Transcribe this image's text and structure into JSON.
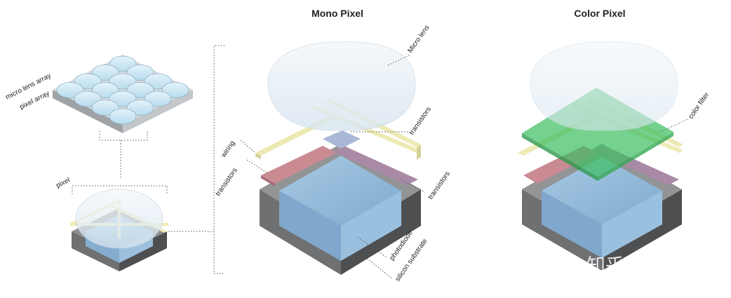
{
  "headings": {
    "mono": "Mono Pixel",
    "color": "Color Pixel"
  },
  "labels": {
    "micro_lens_array": "micro lens array",
    "pixel_array": "pixel array",
    "pixel": "pixel",
    "micro_lens": "Micro lens",
    "transistors_top": "transistors",
    "wiring": "wiring",
    "transistors_left": "transistors",
    "transistors_right": "transistors",
    "photodiode": "photodiode",
    "silicon_substrate": "silicon substrate",
    "color_filter": "color filter"
  },
  "watermark": "知乎 @Quan",
  "colors": {
    "substrate_front": "#6f7072",
    "substrate_side": "#4e4f51",
    "photodiode": "#8fb6d6",
    "transistor_red": "#c98a92",
    "transistor_purple": "#a98aa6",
    "wiring": "#eeeab4",
    "lens": "#e8f0f6",
    "color_filter": "#3fbf63"
  }
}
